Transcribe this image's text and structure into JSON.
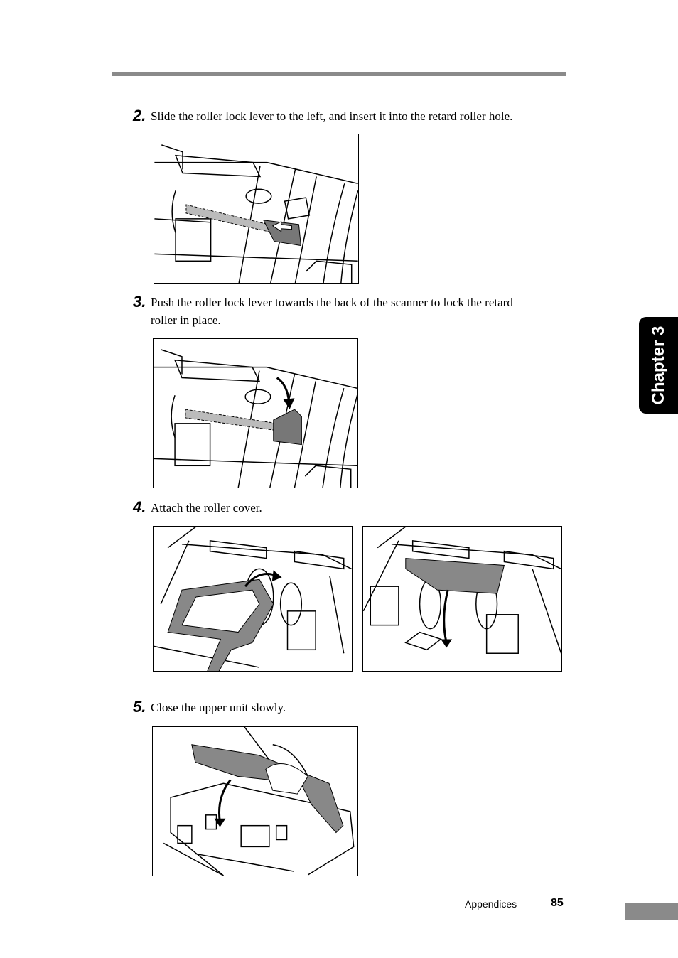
{
  "steps": [
    {
      "number": "2.",
      "text": "Slide the roller lock lever to the left, and insert it into the retard roller hole."
    },
    {
      "number": "3.",
      "text_line1": "Push the roller lock lever towards the back of the scanner to lock the retard",
      "text_line2": "roller in place."
    },
    {
      "number": "4.",
      "text": "Attach the roller cover."
    },
    {
      "number": "5.",
      "text": "Close the upper unit slowly."
    }
  ],
  "chapter_tab": "Chapter 3",
  "footer": {
    "section": "Appendices",
    "page": "85"
  }
}
